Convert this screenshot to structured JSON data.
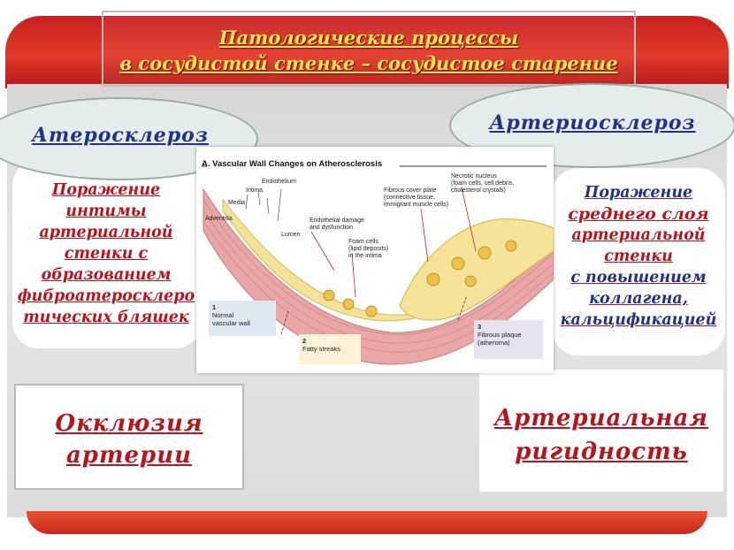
{
  "title": {
    "line1": "Патологические процессы",
    "line2": "в сосудистой стенке – сосудистое старение"
  },
  "left_ellipse": {
    "label": "Атеросклероз"
  },
  "right_ellipse": {
    "label": "Артериосклероз"
  },
  "left_panel": {
    "lines": [
      "Поражение",
      "интимы",
      "артериальной",
      "стенки с",
      "образованием",
      "фиброатеросклеро",
      "тических бляшек"
    ]
  },
  "right_panel": {
    "lines": [
      {
        "text": "Поражение",
        "color": "#22318a"
      },
      {
        "text": "среднего слоя",
        "color": "#b8141c"
      },
      {
        "text": "артериальной",
        "color": "#b8141c"
      },
      {
        "text": "стенки",
        "color": "#b8141c"
      },
      {
        "text": "с повышением",
        "color": "#22318a"
      },
      {
        "text": "коллагена,",
        "color": "#22318a"
      },
      {
        "text": "кальцификацией",
        "color": "#22318a"
      }
    ]
  },
  "left_box": {
    "line1": "Окклюзия",
    "line2": "артерии"
  },
  "right_box": {
    "line1": "Артериальная",
    "line2": "ригидность"
  },
  "figure": {
    "title": "A. Vascular Wall Changes on Atherosclerosis",
    "labels": {
      "adventitia": "Adventitia",
      "media": "Media",
      "intima": "Intima",
      "endothelium": "Endothelium",
      "lumen": "Lumen",
      "endothelial1": "Endothelial damage",
      "endothelial2": "and dysfunction",
      "foam1": "Foam cells",
      "foam2": "(lipid deposits)",
      "foam3": "in the intima",
      "fibrous1": "Fibrous cover plate",
      "fibrous2": "(connective tissue,",
      "fibrous3": "immigrant muscle cells)",
      "necrotic1": "Necrotic nucleus",
      "necrotic2": "(foam cells, cell debris,",
      "necrotic3": "cholesterol crystals)"
    },
    "stages": [
      {
        "num": "1",
        "l1": "Normal",
        "l2": "vascular wall"
      },
      {
        "num": "2",
        "l1": "Fatty streaks",
        "l2": ""
      },
      {
        "num": "3",
        "l1": "Fibrous plaque",
        "l2": "(atheroma)"
      }
    ]
  },
  "colors": {
    "banner_red": "#d42a22",
    "title_yellow": "#ffe94a",
    "navy": "#22318a",
    "dark_red": "#b8141c"
  }
}
